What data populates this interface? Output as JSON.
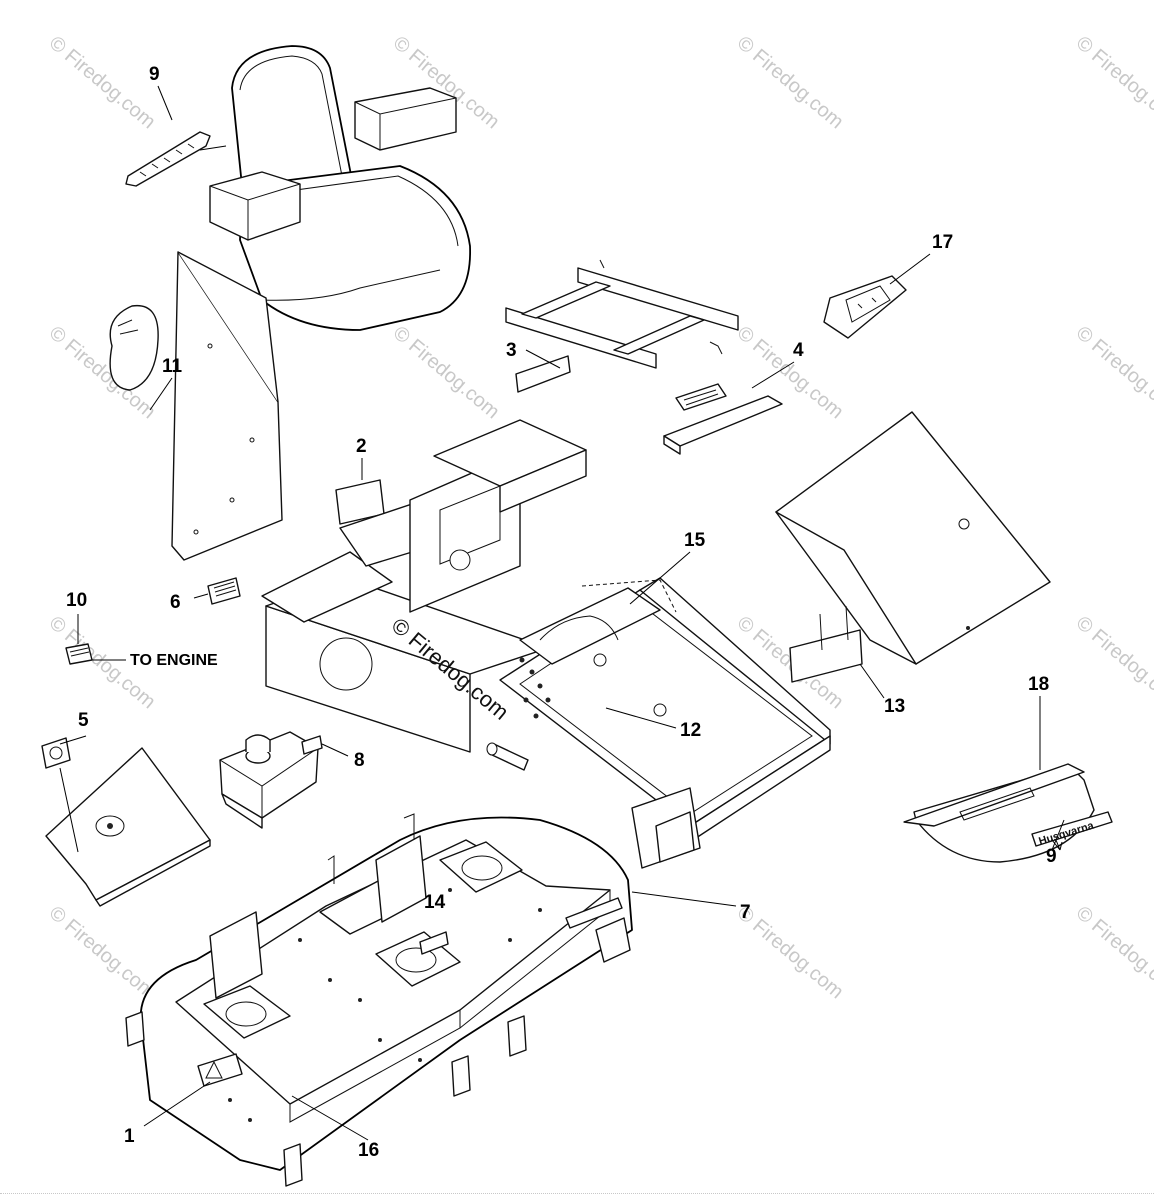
{
  "watermark": {
    "text": "© Firedog.com",
    "color": "#c8c8c8"
  },
  "callouts": {
    "c1": "1",
    "c2": "2",
    "c3": "3",
    "c4": "4",
    "c5": "5",
    "c6": "6",
    "c7": "7",
    "c8": "8",
    "c9_top": "9",
    "c9_bottom": "9",
    "c10": "10",
    "c11": "11",
    "c12": "12",
    "c13": "13",
    "c14": "14",
    "c15": "15",
    "c16": "16",
    "c17": "17",
    "c18": "18"
  },
  "notes": {
    "to_engine": "TO ENGINE"
  },
  "decal": {
    "brand_text": "Husqvarna"
  },
  "icons": [
    "seat-icon",
    "decal-icon",
    "fuel-tank-icon",
    "mower-deck-icon",
    "frame-icon",
    "floor-pan-icon"
  ]
}
